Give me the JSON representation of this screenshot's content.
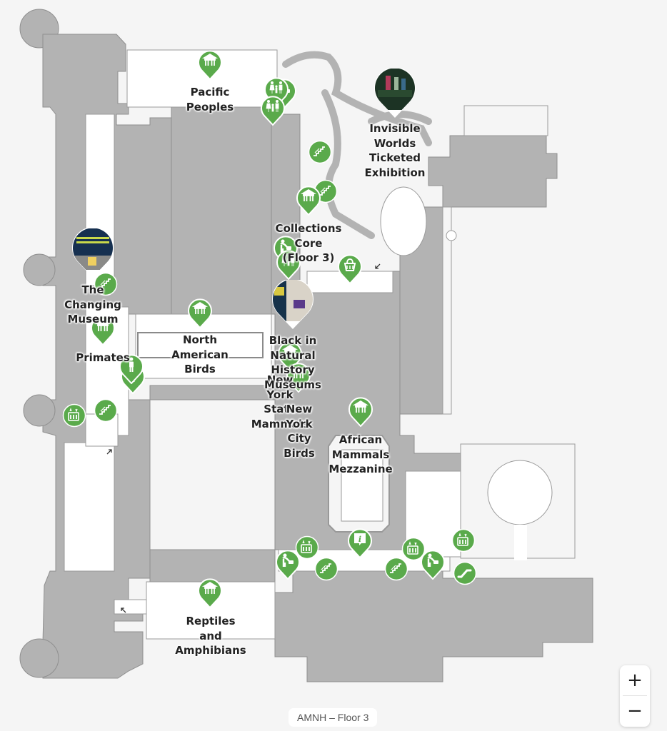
{
  "map": {
    "floor_label": "AMNH – Floor 3",
    "colors": {
      "background": "#f5f5f5",
      "wall": "#b3b3b3",
      "room": "#ffffff",
      "pin": "#5aaa4b",
      "pin_stroke": "#ffffff"
    },
    "exhibits": [
      {
        "id": "pacific-peoples",
        "name": "Pacific\nPeoples",
        "icon": "exhibit-pavilion-icon"
      },
      {
        "id": "invisible-worlds",
        "name": "Invisible\nWorlds\nTicketed\nExhibition",
        "icon": "photo-thumbnail"
      },
      {
        "id": "collections-core",
        "name": "Collections\nCore\n(Floor 3)",
        "icon": "exhibit-pavilion-icon"
      },
      {
        "id": "changing-museum",
        "name": "The\nChanging\nMuseum",
        "icon": "photo-thumbnail"
      },
      {
        "id": "primates",
        "name": "Primates",
        "icon": "exhibit-pavilion-icon"
      },
      {
        "id": "north-american-birds",
        "name": "North\nAmerican\nBirds",
        "icon": "exhibit-pavilion-icon"
      },
      {
        "id": "black-in-natural-history",
        "name": "Black in\nNatural\nHistory\nMuseums",
        "icon": "photo-thumbnail"
      },
      {
        "id": "new-york-state-mammals",
        "name": "New\nYork\nState\nMammals",
        "icon": "exhibit-pavilion-icon"
      },
      {
        "id": "new-york-city-birds",
        "name": "New\nYork\nCity\nBirds",
        "icon": "exhibit-pavilion-icon"
      },
      {
        "id": "african-mammals-mezzanine",
        "name": "African\nMammals\nMezzanine",
        "icon": "exhibit-pavilion-icon"
      },
      {
        "id": "reptiles-amphibians",
        "name": "Reptiles\nand\nAmphibians",
        "icon": "exhibit-pavilion-icon"
      }
    ],
    "amenities": [
      {
        "type": "family-restroom",
        "icon": "family-restroom-icon"
      },
      {
        "type": "nursing-room",
        "icon": "baby-changing-icon"
      },
      {
        "type": "shop",
        "icon": "shopping-bag-icon"
      },
      {
        "type": "restroom",
        "icon": "restroom-person-icon"
      },
      {
        "type": "information",
        "icon": "info-icon"
      },
      {
        "type": "stairs",
        "icon": "stairs-icon"
      },
      {
        "type": "elevator",
        "icon": "elevator-icon"
      },
      {
        "type": "escalator",
        "icon": "escalator-icon"
      }
    ]
  },
  "controls": {
    "zoom_in": "+",
    "zoom_out": "−"
  }
}
